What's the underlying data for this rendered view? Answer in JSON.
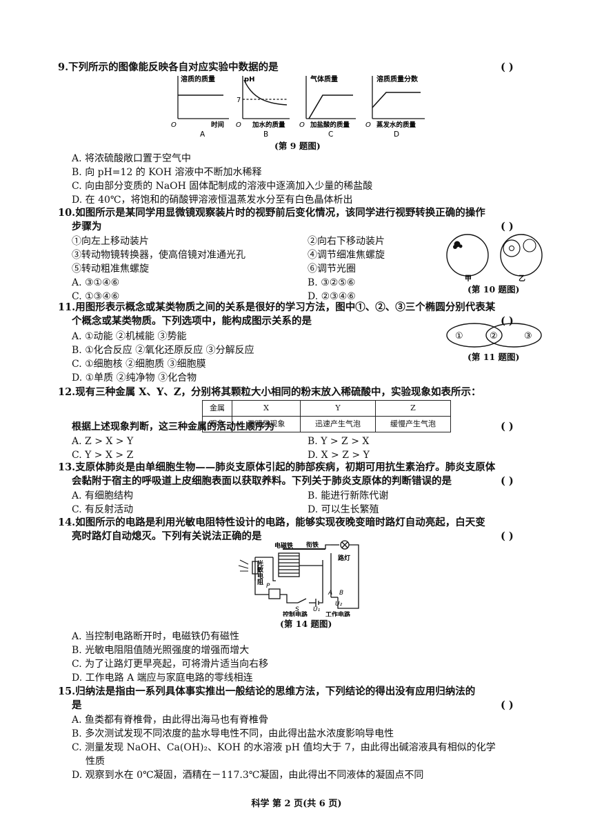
{
  "q9": {
    "num": "9.",
    "stem": "下列所示的图像能反映各自对应实验中数据的是",
    "paren": "(      )",
    "graphs": {
      "A": {
        "ylabel": "溶质的质量",
        "xlabel": "时间",
        "origin": "O",
        "letter": "A"
      },
      "B": {
        "ylabel": "pH",
        "xlabel": "加水的质量",
        "origin": "O",
        "letter": "B",
        "tick": "7"
      },
      "C": {
        "ylabel": "气体质量",
        "xlabel": "加盐酸的质量",
        "origin": "O",
        "letter": "C"
      },
      "D": {
        "ylabel": "溶质质量分数",
        "xlabel": "蒸发水的质量",
        "origin": "O",
        "letter": "D"
      }
    },
    "caption": "(第 9 题图)",
    "options": [
      "A. 将浓硫酸敞口置于空气中",
      "B. 向 pH=12 的 KOH 溶液中不断加水稀释",
      "C. 向由部分变质的 NaOH 固体配制成的溶液中逐滴加入少量的稀盐酸",
      "D. 在 40℃，将饱和的硝酸钾溶液恒温蒸发水分至有白色晶体析出"
    ]
  },
  "q10": {
    "num": "10.",
    "stem1": "如图所示是某同学用显微镜观察装片时的视野前后变化情况，该同学进行视野转换正确的操作",
    "stem2": "步骤为",
    "paren": "(      )",
    "steps": [
      "①向左上移动装片",
      "②向右下移动装片",
      "③转动物镜转换器，使高倍镜对准通光孔",
      "④调节细准焦螺旋",
      "⑤转动粗准焦螺旋",
      "⑥调节光圈"
    ],
    "options": [
      "A. ③①④⑥",
      "B. ③②⑤⑥",
      "C. ①③④⑥",
      "D. ②③④⑥"
    ],
    "labels": [
      "甲",
      "乙"
    ],
    "caption": "(第 10 题图)"
  },
  "q11": {
    "num": "11.",
    "stem1": "用图形表示概念或某类物质之间的关系是很好的学习方法，图中①、②、③三个椭圆分别代表某",
    "stem2": "个概念或某类物质。下列选项中，能构成图示关系的是",
    "paren": "(      )",
    "options": [
      "A. ①动能  ②机械能  ③势能",
      "B. ①化合反应  ②氧化还原反应  ③分解反应",
      "C. ①细胞核  ②细胞质  ③细胞膜",
      "D. ①单质  ②纯净物  ③化合物"
    ],
    "circles": [
      "①",
      "②",
      "③"
    ],
    "caption": "(第 11 题图)"
  },
  "q12": {
    "num": "12.",
    "stem": "现有三种金属 X、Y、Z，分别将其颗粒大小相同的粉末放入稀硫酸中，实验现象如表所示：",
    "table": {
      "header": [
        "金属",
        "X",
        "Y",
        "Z"
      ],
      "row": [
        "现象",
        "无明显现象",
        "迅速产生气泡",
        "缓慢产生气泡"
      ]
    },
    "stem2": "根据上述现象判断，这三种金属的活动性顺序为",
    "paren": "(      )",
    "options": [
      "A. Z > X > Y",
      "B. Y > Z > X",
      "C. Y > X > Z",
      "D. X > Z > Y"
    ]
  },
  "q13": {
    "num": "13.",
    "stem1": "支原体肺炎是由单细胞生物——肺炎支原体引起的肺部疾病，初期可用抗生素治疗。肺炎支原体",
    "stem2": "会黏附于宿主的呼吸道上皮细胞表面以获取养料。下列关于肺炎支原体的判断错误的是",
    "paren": "(      )",
    "options": [
      "A. 有细胞结构",
      "B. 能进行新陈代谢",
      "C. 有反射活动",
      "D. 可以生长繁殖"
    ]
  },
  "q14": {
    "num": "14.",
    "stem1": "如图所示的电路是利用光敏电阻特性设计的电路，能够实现夜晚变暗时路灯自动亮起，白天变",
    "stem2": "亮时路灯自动熄灭。下列有关说法正确的是",
    "paren": "(      )",
    "diagram": {
      "electromagnet": "电磁铁",
      "armature": "衔铁",
      "lamp": "路灯",
      "photoresistor": "光敏电阻",
      "p": "P",
      "s": "S",
      "u1": "U₁",
      "u2": "U₂",
      "a": "A",
      "b": "B",
      "control": "控制电路",
      "work": "工作电路"
    },
    "caption": "(第 14 题图)",
    "options": [
      "A. 当控制电路断开时，电磁铁仍有磁性",
      "B. 光敏电阻阻值随光照强度的增强而增大",
      "C. 为了让路灯更早亮起，可将滑片适当向右移",
      "D. 工作电路 A 端应与家庭电路的零线相连"
    ]
  },
  "q15": {
    "num": "15.",
    "stem1": "归纳法是指由一系列具体事实推出一般结论的思维方法，下列结论的得出没有应用归纳法的",
    "stem2": "是",
    "paren": "(      )",
    "options": [
      "A. 鱼类都有脊椎骨，由此得出海马也有脊椎骨",
      "B. 多次测试发现不同浓度的盐水导电性不同，由此得出盐水浓度影响导电性",
      "C. 测量发现 NaOH、Ca(OH)₂、KOH 的水溶液 pH 值均大于 7，由此得出碱溶液具有相似的化学",
      "性质",
      "D. 观察到水在 0℃凝固，酒精在－117.3℃凝固，由此得出不同液体的凝固点不同"
    ]
  },
  "footer": "科学   第 2 页(共 6 页)"
}
